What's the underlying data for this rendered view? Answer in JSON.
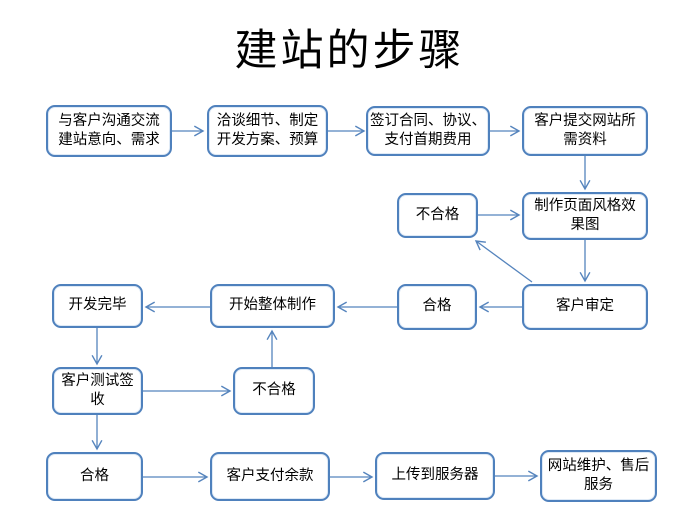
{
  "title": "建站的步骤",
  "colors": {
    "box_border": "#4f81bd",
    "connector": "#5584bd",
    "text": "#000000",
    "background": "#ffffff"
  },
  "nodes": [
    {
      "id": "communicate",
      "label": "与客户沟通交流\n建站意向、需求"
    },
    {
      "id": "negotiate",
      "label": "洽谈细节、制定\n开发方案、预算"
    },
    {
      "id": "contract",
      "label": "签订合同、协议、\n支付首期费用"
    },
    {
      "id": "submit-materials",
      "label": "客户提交网站所\n需资料"
    },
    {
      "id": "fail-review",
      "label": "不合格"
    },
    {
      "id": "design-draft",
      "label": "制作页面风格效\n果图"
    },
    {
      "id": "pass-review",
      "label": "合格"
    },
    {
      "id": "client-review",
      "label": "客户审定"
    },
    {
      "id": "dev-complete",
      "label": "开发完毕"
    },
    {
      "id": "full-production",
      "label": "开始整体制作"
    },
    {
      "id": "client-test",
      "label": "客户测试签\n收"
    },
    {
      "id": "fail-test",
      "label": "不合格"
    },
    {
      "id": "pass-test",
      "label": "合格"
    },
    {
      "id": "pay-balance",
      "label": "客户支付余款"
    },
    {
      "id": "upload-server",
      "label": "上传到服务器"
    },
    {
      "id": "maintenance",
      "label": "网站维护、售后\n服务"
    }
  ],
  "edges": [
    {
      "from": "communicate",
      "to": "negotiate"
    },
    {
      "from": "negotiate",
      "to": "contract"
    },
    {
      "from": "contract",
      "to": "submit-materials"
    },
    {
      "from": "submit-materials",
      "to": "design-draft"
    },
    {
      "from": "fail-review",
      "to": "design-draft"
    },
    {
      "from": "design-draft",
      "to": "client-review"
    },
    {
      "from": "client-review",
      "to": "pass-review"
    },
    {
      "from": "client-review",
      "to": "fail-review"
    },
    {
      "from": "pass-review",
      "to": "full-production"
    },
    {
      "from": "full-production",
      "to": "dev-complete"
    },
    {
      "from": "dev-complete",
      "to": "client-test"
    },
    {
      "from": "client-test",
      "to": "fail-test"
    },
    {
      "from": "fail-test",
      "to": "full-production"
    },
    {
      "from": "client-test",
      "to": "pass-test"
    },
    {
      "from": "pass-test",
      "to": "pay-balance"
    },
    {
      "from": "pay-balance",
      "to": "upload-server"
    },
    {
      "from": "upload-server",
      "to": "maintenance"
    }
  ]
}
